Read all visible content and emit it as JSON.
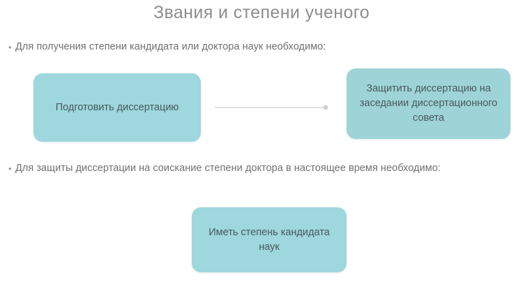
{
  "slide": {
    "title": "Звания и степени ученого",
    "background_color": "#ffffff",
    "title_color": "#8d8d8d",
    "node_fill_color": "#9ed7dd",
    "node_text_color": "#47585d",
    "body_text_color": "#707070",
    "connector_color": "#d5d5d5"
  },
  "bullets": [
    {
      "marker": "•",
      "text": "Для получения степени кандидата или доктора наук необходимо:"
    },
    {
      "marker": "•",
      "text": "Для защиты диссертации на соискание степени доктора в настоящее время необходимо:"
    }
  ],
  "nodes": {
    "prepare": "Подготовить диссертацию",
    "defend": "Защитить диссертацию на заседании диссертационного совета",
    "candidate": "Иметь степень кандидата наук"
  }
}
